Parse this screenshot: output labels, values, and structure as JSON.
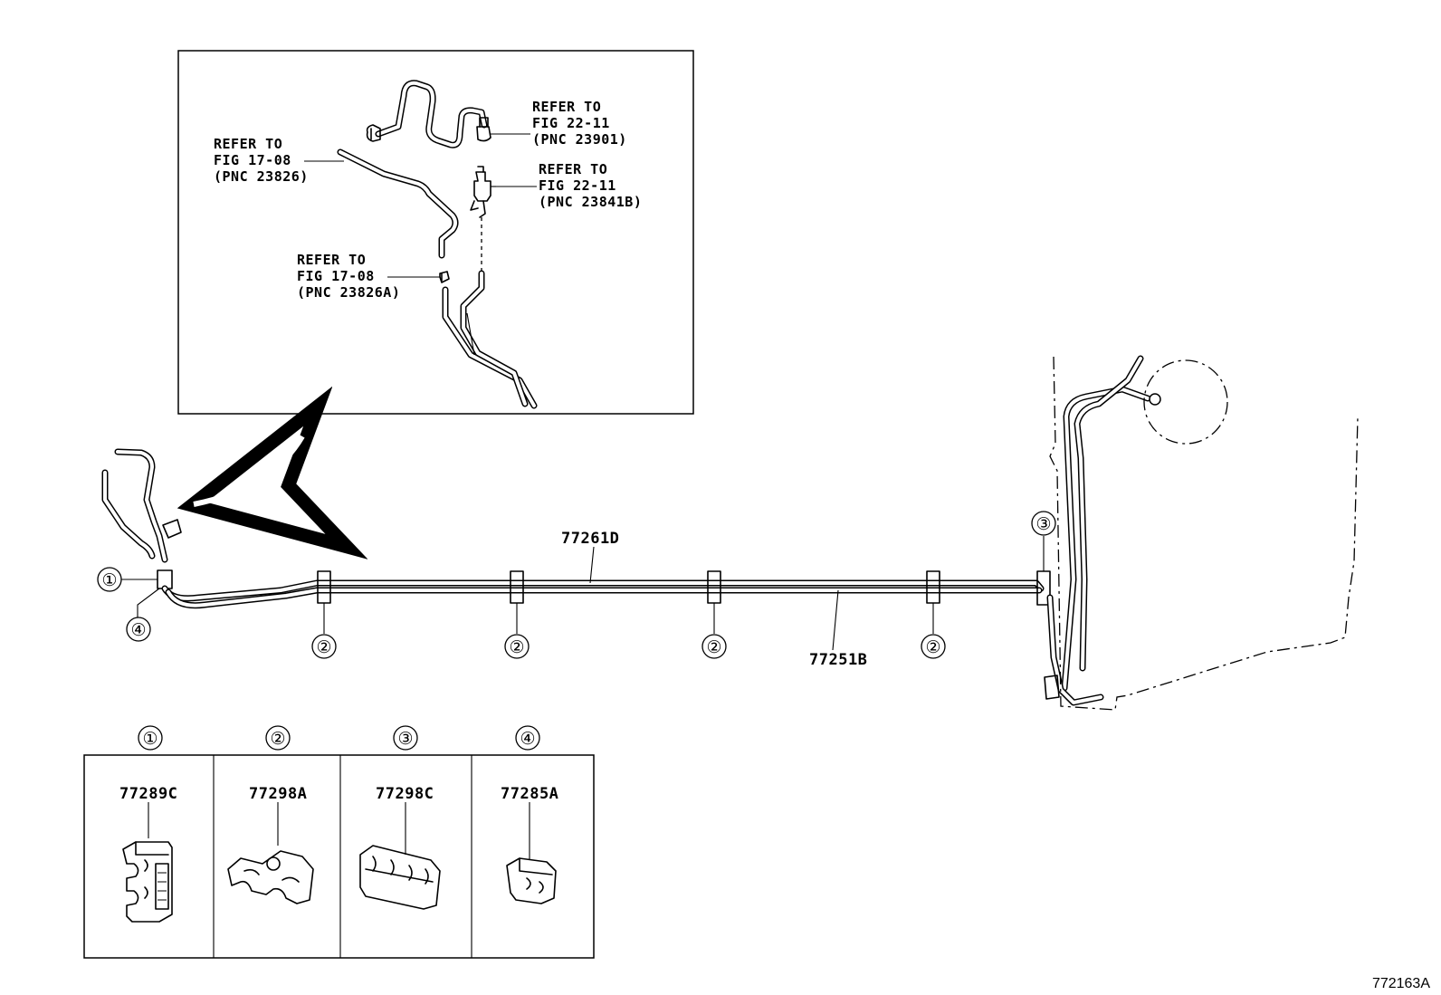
{
  "inset": {
    "notes": [
      {
        "id": "pnc-23901",
        "lines": [
          "REFER TO",
          "FIG 22-11",
          "(PNC 23901)"
        ]
      },
      {
        "id": "pnc-23826",
        "lines": [
          "REFER TO",
          "FIG 17-08",
          "(PNC 23826)"
        ]
      },
      {
        "id": "pnc-23841b",
        "lines": [
          "REFER TO",
          "FIG 22-11",
          "(PNC 23841B)"
        ]
      },
      {
        "id": "pnc-23826a",
        "lines": [
          "REFER TO",
          "FIG 17-08",
          "(PNC 23826A)"
        ]
      }
    ]
  },
  "callouts": {
    "c1": "①",
    "c2": "②",
    "c3": "③",
    "c4": "④"
  },
  "main": {
    "tube_upper": "77261D",
    "tube_lower": "77251B"
  },
  "legend": [
    {
      "marker": "①",
      "part": "77289C"
    },
    {
      "marker": "②",
      "part": "77298A"
    },
    {
      "marker": "③",
      "part": "77298C"
    },
    {
      "marker": "④",
      "part": "77285A"
    }
  ],
  "figure_id": "772163A"
}
